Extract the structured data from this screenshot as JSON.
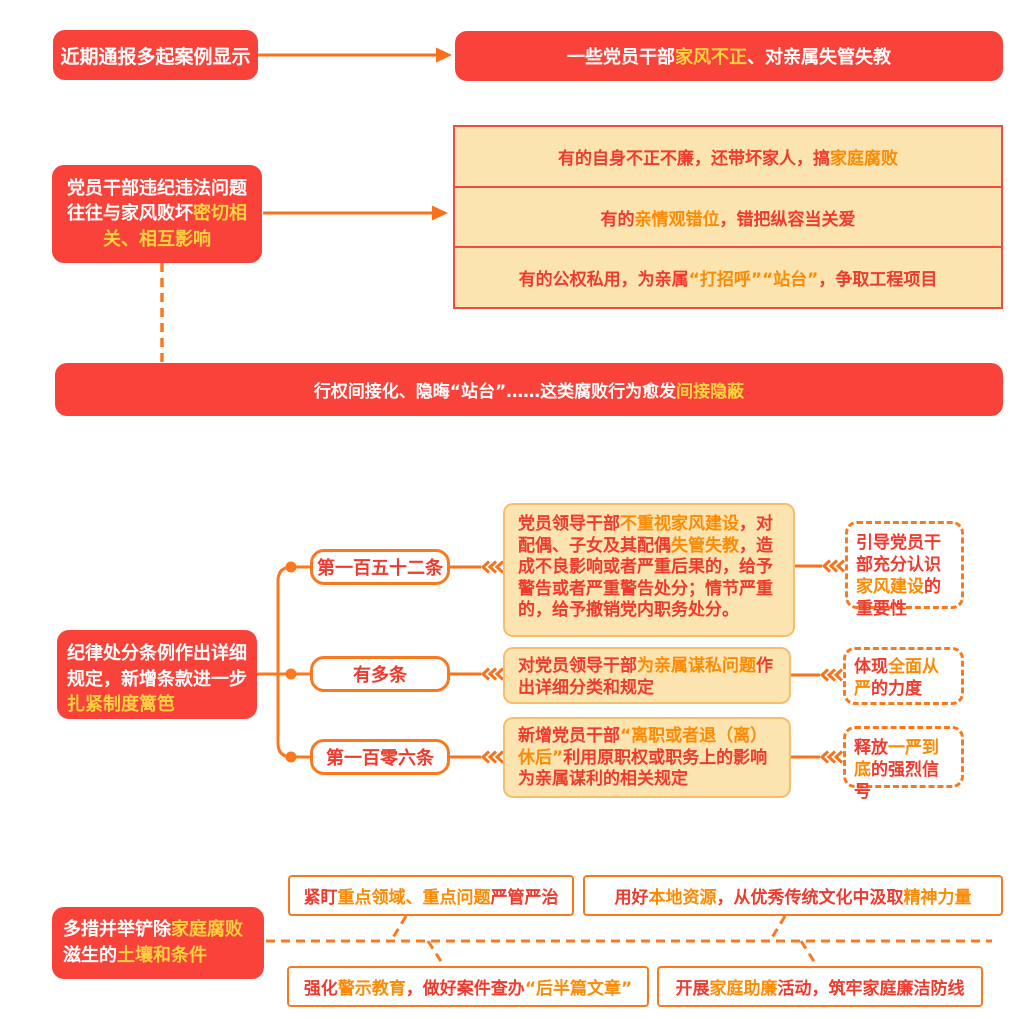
{
  "colors": {
    "red_bg": "#F8423A",
    "yellow_highlight": "#FFD23F",
    "orange_accent": "#F9791E",
    "red_text": "#EF3B2D",
    "orange_text": "#FB8B05",
    "cream_bg": "#FCE4B0"
  },
  "top": {
    "source": [
      {
        "t": "近期通报多起案例显示"
      }
    ],
    "conclusion": [
      {
        "t": "一些党员干部"
      },
      {
        "t": "家风不正",
        "hl": true
      },
      {
        "t": "、对亲属失管失教"
      }
    ]
  },
  "problem": {
    "cause": [
      {
        "t": "党员干部违纪违法问题往往与家风败坏"
      },
      {
        "t": "密切相关、相互影响",
        "hl": true
      }
    ],
    "cases": {
      "row1": [
        {
          "t": "有的自身不正不廉，还带坏家人，搞"
        },
        {
          "t": "家庭腐败",
          "hl": true
        }
      ],
      "row2": [
        {
          "t": "有的"
        },
        {
          "t": "亲情观错位",
          "hl": true
        },
        {
          "t": "，错把纵容当关爱"
        }
      ],
      "row3": [
        {
          "t": "有的公权私用，为亲属"
        },
        {
          "t": "“打招呼”“站台”",
          "hl": true
        },
        {
          "t": "，争取工程项目"
        }
      ]
    },
    "banner": [
      {
        "t": "行权间接化、隐晦“站台”……这类腐败行为愈发"
      },
      {
        "t": "间接隐蔽",
        "hl": true
      }
    ]
  },
  "regulation": {
    "intro": [
      {
        "t": "纪律处分条例作出详细规定，新增条款进一步"
      },
      {
        "t": "扎紧制度篱笆",
        "hl": true
      }
    ],
    "items": [
      {
        "label": [
          {
            "t": "第一百五十二条"
          }
        ],
        "content": [
          {
            "t": "党员领导干部"
          },
          {
            "t": "不重视家风建设",
            "hl": true
          },
          {
            "t": "，对配偶、子女及其配偶"
          },
          {
            "t": "失管失教",
            "hl": true
          },
          {
            "t": "，造成不良影响或者严重后果的，给予警告或者严重警告处分；情节严重的，给予撤销党内职务处分。"
          }
        ],
        "effect": [
          {
            "t": "引导党员干部充分认识"
          },
          {
            "t": "家风建设",
            "hl": true
          },
          {
            "t": "的重要性"
          }
        ]
      },
      {
        "label": [
          {
            "t": "有多条"
          }
        ],
        "content": [
          {
            "t": "对党员领导干部"
          },
          {
            "t": "为亲属谋私问题",
            "hl": true
          },
          {
            "t": "作出详细分类和规定"
          }
        ],
        "effect": [
          {
            "t": "体现"
          },
          {
            "t": "全面从严",
            "hl": true
          },
          {
            "t": "的力度"
          }
        ]
      },
      {
        "label": [
          {
            "t": "第一百零六条"
          }
        ],
        "content": [
          {
            "t": "新增党员干部"
          },
          {
            "t": "“离职或者退（离）休后”",
            "hl": true
          },
          {
            "t": "利用原职权或职务上的影响为亲属谋利的相关规定"
          }
        ],
        "effect": [
          {
            "t": "释放"
          },
          {
            "t": "一严到底",
            "hl": true
          },
          {
            "t": "的强烈信号"
          }
        ]
      }
    ]
  },
  "measures": {
    "intro": [
      {
        "t": "多措并举铲除"
      },
      {
        "t": "家庭腐败",
        "hl": true
      },
      {
        "t": "滋生的"
      },
      {
        "t": "土壤和条件",
        "hl": true
      }
    ],
    "items": {
      "m1": [
        {
          "t": "紧盯"
        },
        {
          "t": "重点领域、重点问题",
          "hl": true
        },
        {
          "t": "严管严治"
        }
      ],
      "m2": [
        {
          "t": "用好"
        },
        {
          "t": "本地资源",
          "hl": true
        },
        {
          "t": "，从优秀传统文化中汲取"
        },
        {
          "t": "精神力量",
          "hl": true
        }
      ],
      "m3": [
        {
          "t": "强化"
        },
        {
          "t": "警示教育",
          "hl": true
        },
        {
          "t": "，做好案件查办"
        },
        {
          "t": "“后半篇文章”",
          "hl": true
        }
      ],
      "m4": [
        {
          "t": "开展"
        },
        {
          "t": "家庭助廉",
          "hl": true
        },
        {
          "t": "活动，筑牢家庭廉洁防线"
        }
      ]
    }
  }
}
